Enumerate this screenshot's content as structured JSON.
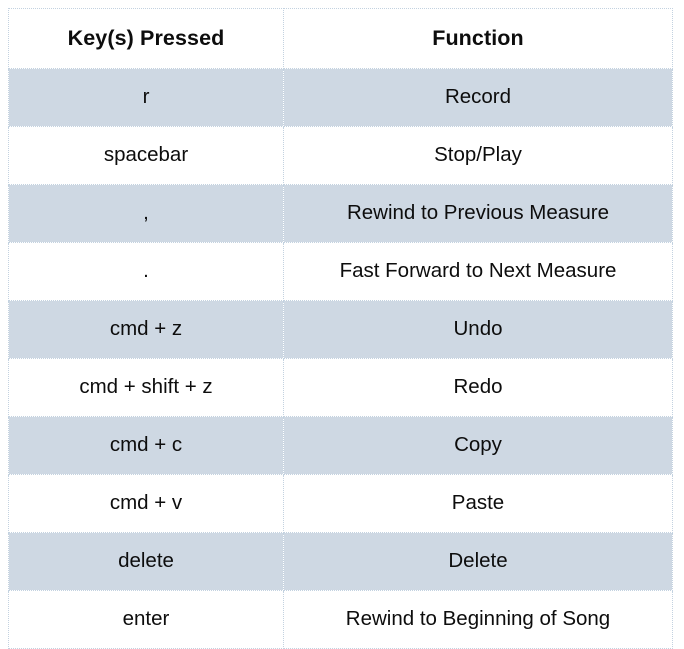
{
  "table": {
    "columns": [
      "Key(s) Pressed",
      "Function"
    ],
    "colors": {
      "shaded_row": "#ced8e3",
      "plain_row": "#ffffff",
      "border": "#c3d2e0",
      "text": "#0d0d0d",
      "page_background": "#ffffff"
    },
    "rows": [
      {
        "key": "r",
        "function": "Record",
        "shaded": true
      },
      {
        "key": "spacebar",
        "function": "Stop/Play",
        "shaded": false
      },
      {
        "key": ",",
        "function": "Rewind to Previous Measure",
        "shaded": true
      },
      {
        "key": ".",
        "function": "Fast Forward to Next Measure",
        "shaded": false
      },
      {
        "key": "cmd + z",
        "function": "Undo",
        "shaded": true
      },
      {
        "key": "cmd + shift + z",
        "function": "Redo",
        "shaded": false
      },
      {
        "key": "cmd + c",
        "function": "Copy",
        "shaded": true
      },
      {
        "key": "cmd + v",
        "function": "Paste",
        "shaded": false
      },
      {
        "key": "delete",
        "function": "Delete",
        "shaded": true
      },
      {
        "key": "enter",
        "function": "Rewind to Beginning of Song",
        "shaded": false
      }
    ]
  }
}
